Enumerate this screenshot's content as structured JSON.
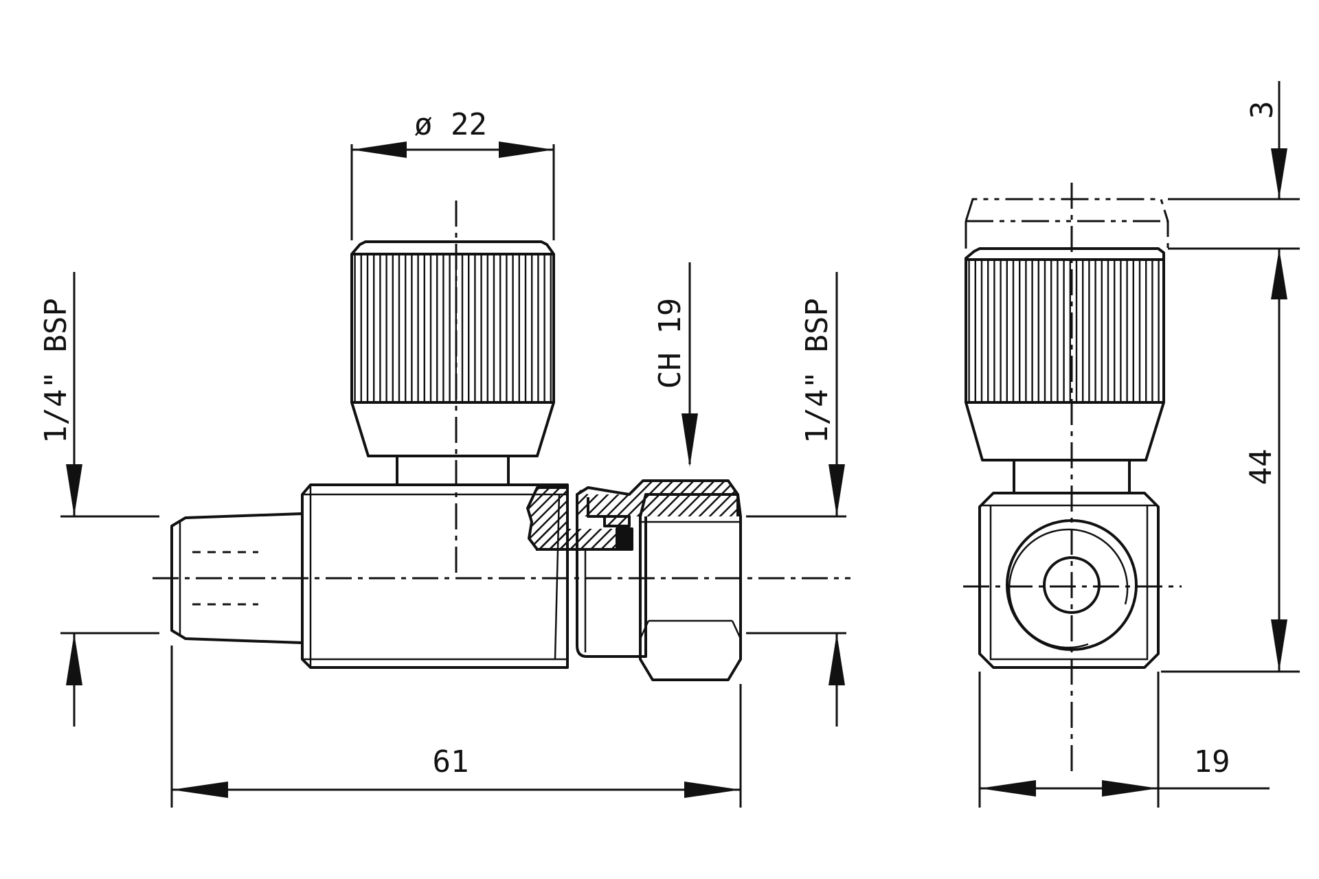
{
  "labels": {
    "dia_knob": "ø 22",
    "thread_left": "1/4\" BSP",
    "hex_size": "CH 19",
    "thread_right": "1/4\" BSP",
    "length_total": "61",
    "height_total": "44",
    "knob_travel": "3",
    "width_side": "19"
  }
}
